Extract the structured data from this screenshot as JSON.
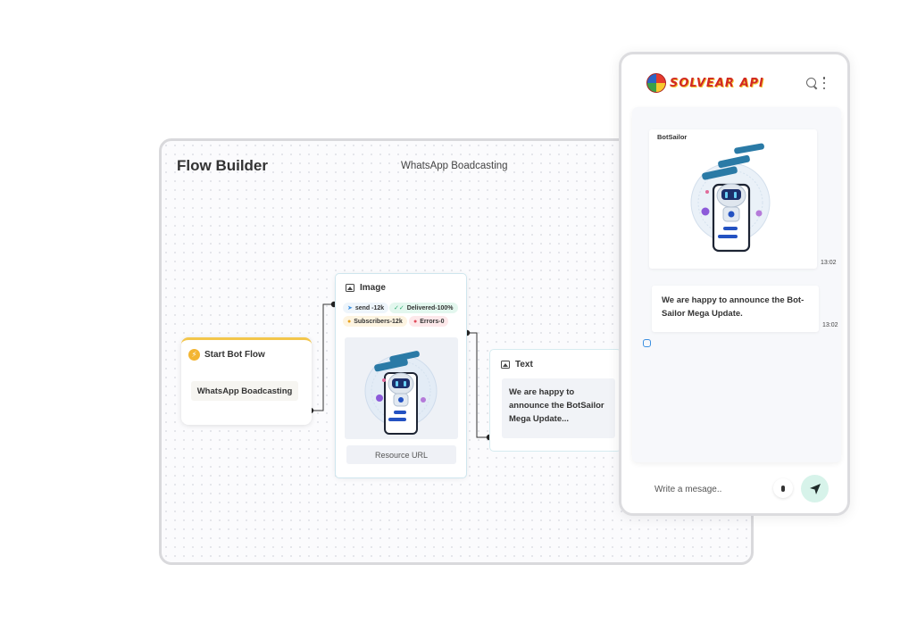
{
  "builder": {
    "title": "Flow Builder",
    "subtitle": "WhatsApp Boadcasting"
  },
  "start_node": {
    "title": "Start Bot Flow",
    "pill": "WhatsApp Boadcasting",
    "icon": "bolt-icon",
    "accent": "#f3c64b"
  },
  "image_node": {
    "title": "Image",
    "badges": {
      "send": "send -12k",
      "delivered": "Delivered-100%",
      "subscribers": "Subscribers-12k",
      "errors": "Errors-0"
    },
    "resource_button": "Resource URL"
  },
  "text_node": {
    "title": "Text",
    "body": "We are happy to announce the BotSailor Mega Update..."
  },
  "phone": {
    "logo_text": "SOLVEAR API",
    "image_message": {
      "sender": "BotSailor",
      "time": "13:02"
    },
    "text_message": {
      "body": "We are happy to announce the Bot-Sailor Mega Update.",
      "time": "13:02"
    },
    "composer_placeholder": "Write a mesage..",
    "send_color": "#d7f3ea"
  }
}
